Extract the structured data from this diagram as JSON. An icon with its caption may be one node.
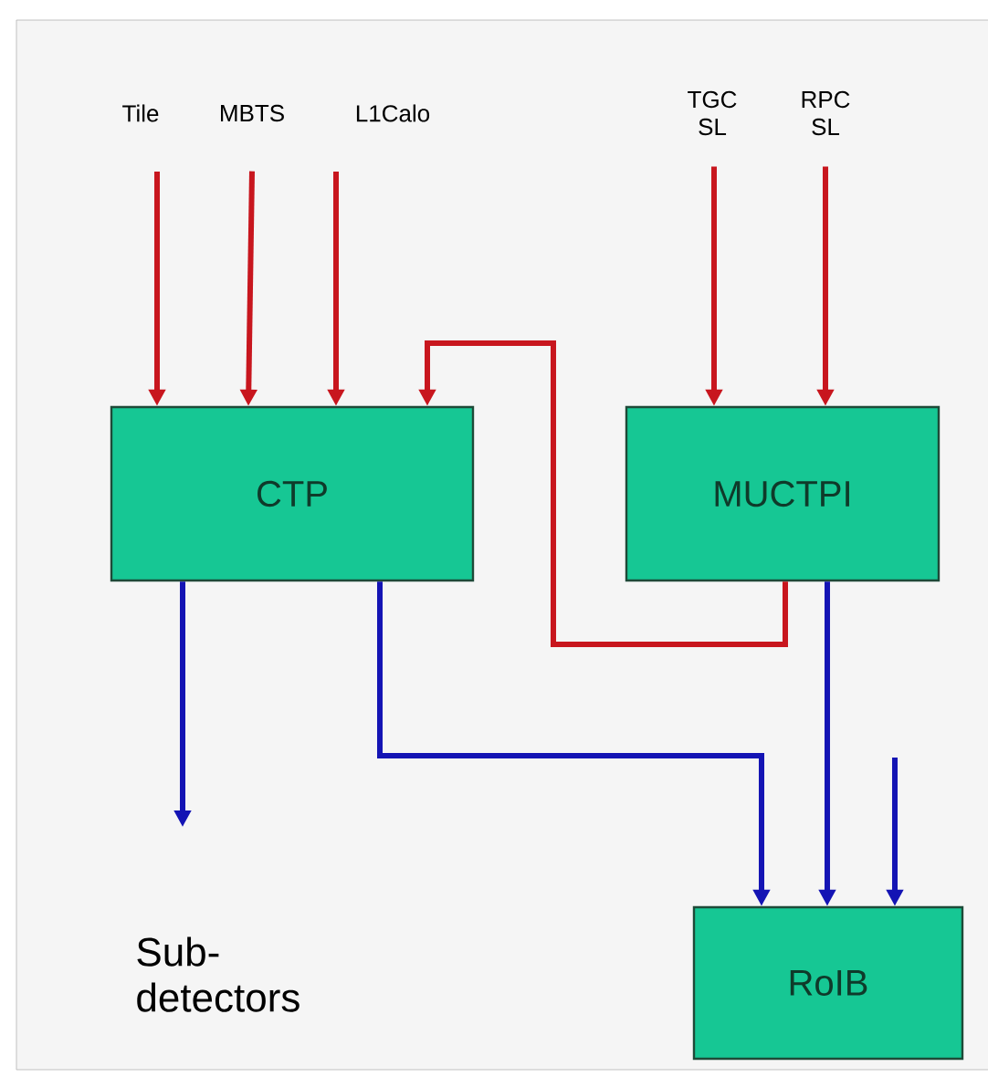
{
  "diagram": {
    "nodes": [
      {
        "text": [
          "Tile"
        ]
      },
      {
        "text": [
          "MBTS"
        ]
      },
      {
        "text": [
          "L1Calo"
        ]
      },
      {
        "text": [
          "TGC SL"
        ]
      },
      {
        "text": [
          "RPC SL"
        ]
      },
      {
        "text": [
          "CTP"
        ]
      },
      {
        "text": [
          "MUCTPI"
        ]
      },
      {
        "text": [
          "Sub-detectors"
        ]
      },
      {
        "text": [
          "RoIB"
        ]
      }
    ],
    "edges": [
      {
        "from": 0,
        "to": 5,
        "arrow": "to"
      },
      {
        "from": 1,
        "to": 5,
        "arrow": "to"
      },
      {
        "from": 2,
        "to": 5,
        "arrow": "to"
      },
      {
        "from": 6,
        "to": 5,
        "arrow": "to"
      },
      {
        "from": 3,
        "to": 6,
        "arrow": "to"
      },
      {
        "from": 4,
        "to": 6,
        "arrow": "to"
      },
      {
        "from": 5,
        "to": 7,
        "arrow": "to",
        "color": "#1414b4"
      },
      {
        "from": 5,
        "to": 8,
        "arrow": "to",
        "color": "#1414b4"
      },
      {
        "from": 6,
        "to": 8,
        "arrow": "to",
        "color": "#1414b4"
      },
      {
        "from": null,
        "to": 8,
        "arrow": "to",
        "color": "#1414b4"
      }
    ]
  }
}
